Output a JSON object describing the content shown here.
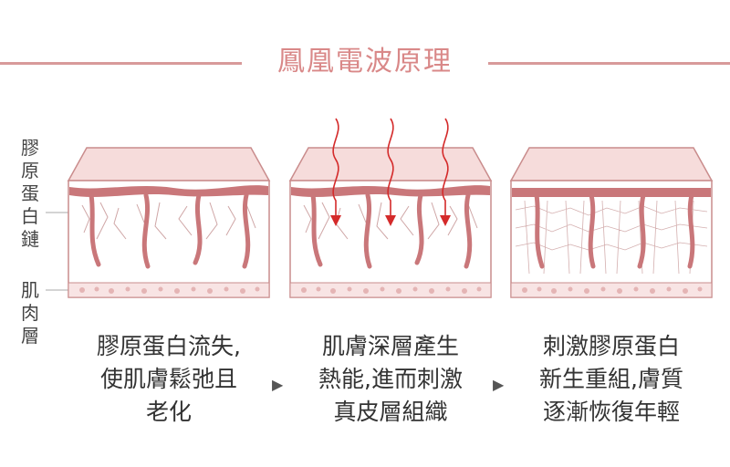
{
  "title": "鳳凰電波原理",
  "left_labels": {
    "collagen": [
      "膠",
      "原",
      "蛋",
      "白",
      "鏈"
    ],
    "muscle": [
      "肌",
      "肉",
      "層"
    ]
  },
  "captions": [
    {
      "lines": [
        "膠原蛋白流失,",
        "使肌膚鬆弛且",
        "老化"
      ]
    },
    {
      "lines": [
        "肌膚深層產生",
        "熱能,進而刺激",
        "真皮層組織"
      ]
    },
    {
      "lines": [
        "刺激膠原蛋白",
        "新生重組,膚質",
        "逐漸恢復年輕"
      ]
    }
  ],
  "arrows": [
    "▶",
    "▶"
  ],
  "colors": {
    "accent": "#d89a9a",
    "skin": "#f3d7d6",
    "vessel": "#c9777a",
    "heat": "#d42a2a"
  }
}
